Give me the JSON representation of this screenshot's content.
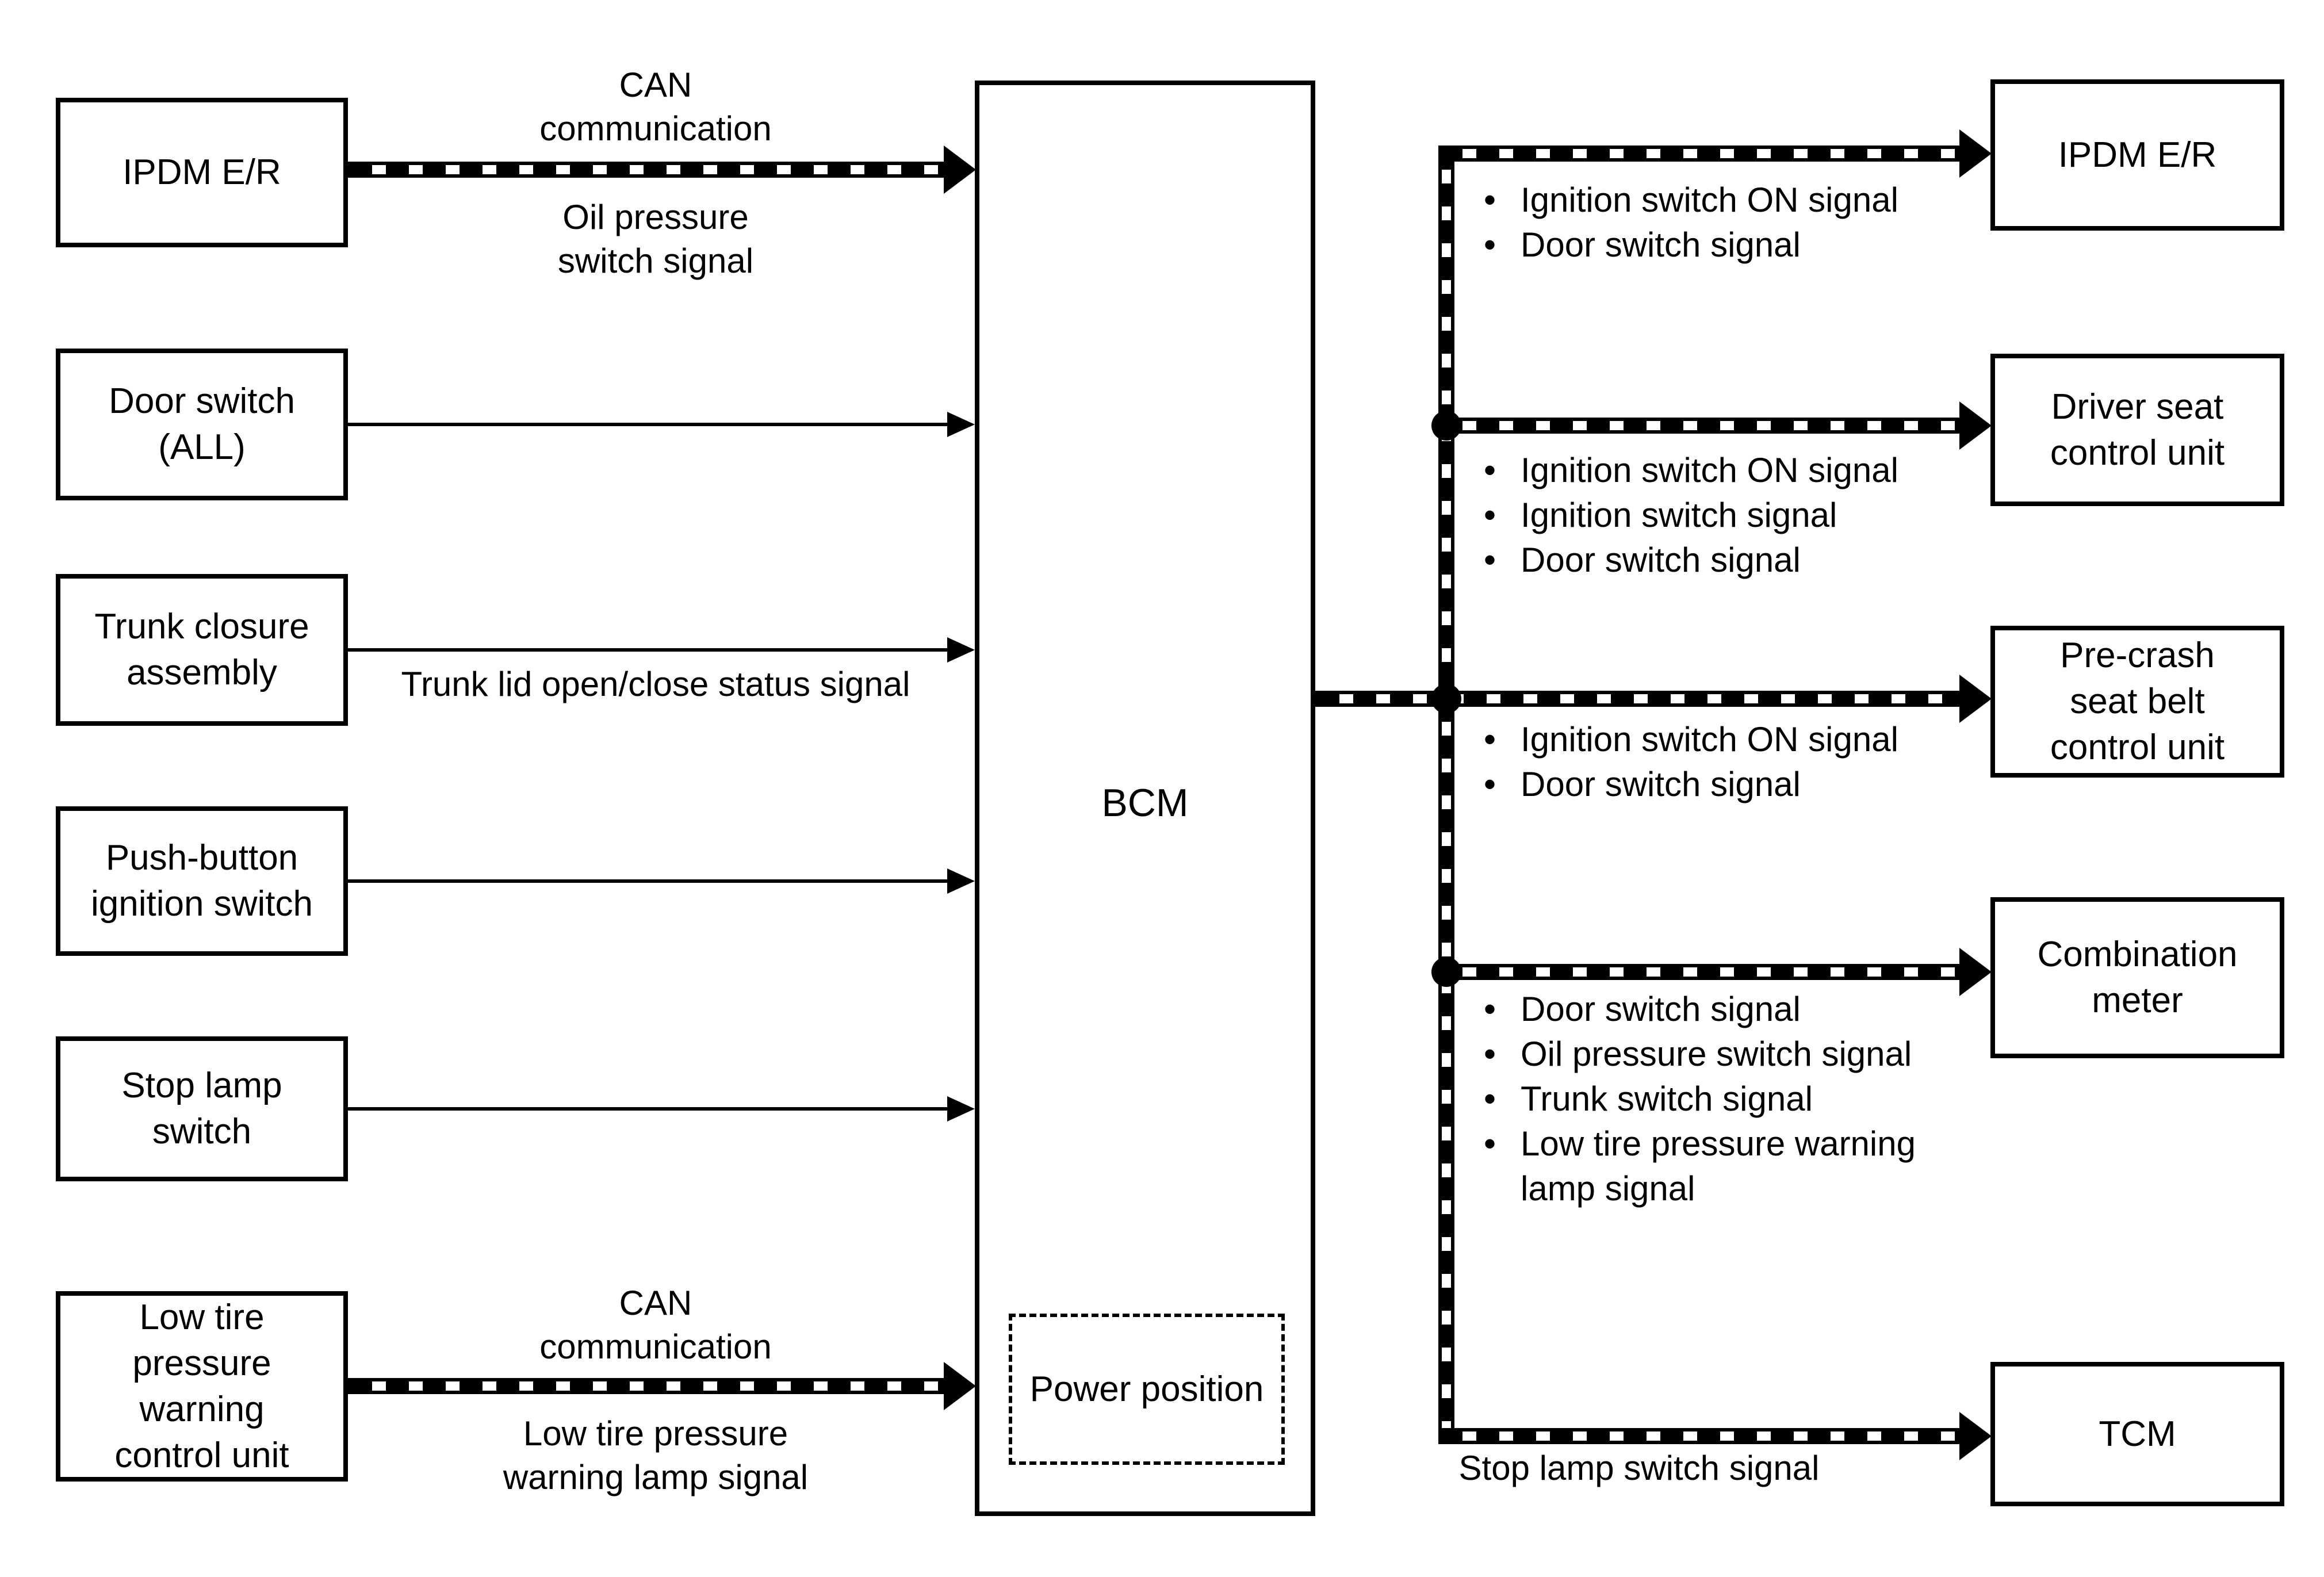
{
  "diagram": {
    "bcm": {
      "label": "BCM",
      "power_position_label": "Power position"
    },
    "left_units": [
      {
        "label": "IPDM E/R"
      },
      {
        "label": "Door switch\n(ALL)"
      },
      {
        "label": "Trunk closure\nassembly"
      },
      {
        "label": "Push-button\nignition switch"
      },
      {
        "label": "Stop lamp\nswitch"
      },
      {
        "label": "Low tire\npressure\nwarning\ncontrol unit"
      }
    ],
    "right_units": [
      {
        "label": "IPDM E/R"
      },
      {
        "label": "Driver seat\ncontrol unit"
      },
      {
        "label": "Pre-crash\nseat belt\ncontrol unit"
      },
      {
        "label": "Combination\nmeter"
      },
      {
        "label": "TCM"
      }
    ],
    "left_links": {
      "can_top_above": "CAN\ncommunication",
      "can_top_below": "Oil pressure\nswitch signal",
      "trunk_label": "Trunk lid open/close status signal",
      "can_bottom_above": "CAN\ncommunication",
      "can_bottom_below": "Low tire pressure\nwarning lamp signal"
    },
    "right_links": {
      "groups": [
        {
          "items": [
            "Ignition switch ON signal",
            "Door switch signal"
          ]
        },
        {
          "items": [
            "Ignition switch ON signal",
            "Ignition switch signal",
            "Door switch signal"
          ]
        },
        {
          "items": [
            "Ignition switch ON signal",
            "Door switch signal"
          ]
        },
        {
          "items": [
            "Door switch signal",
            "Oil pressure switch signal",
            "Trunk switch signal",
            "Low tire pressure warning\nlamp signal"
          ]
        }
      ],
      "tcm_label": "Stop lamp switch signal"
    },
    "icons": {
      "bullet": "•"
    },
    "colors": {
      "line": "#000000",
      "background": "#ffffff"
    }
  }
}
